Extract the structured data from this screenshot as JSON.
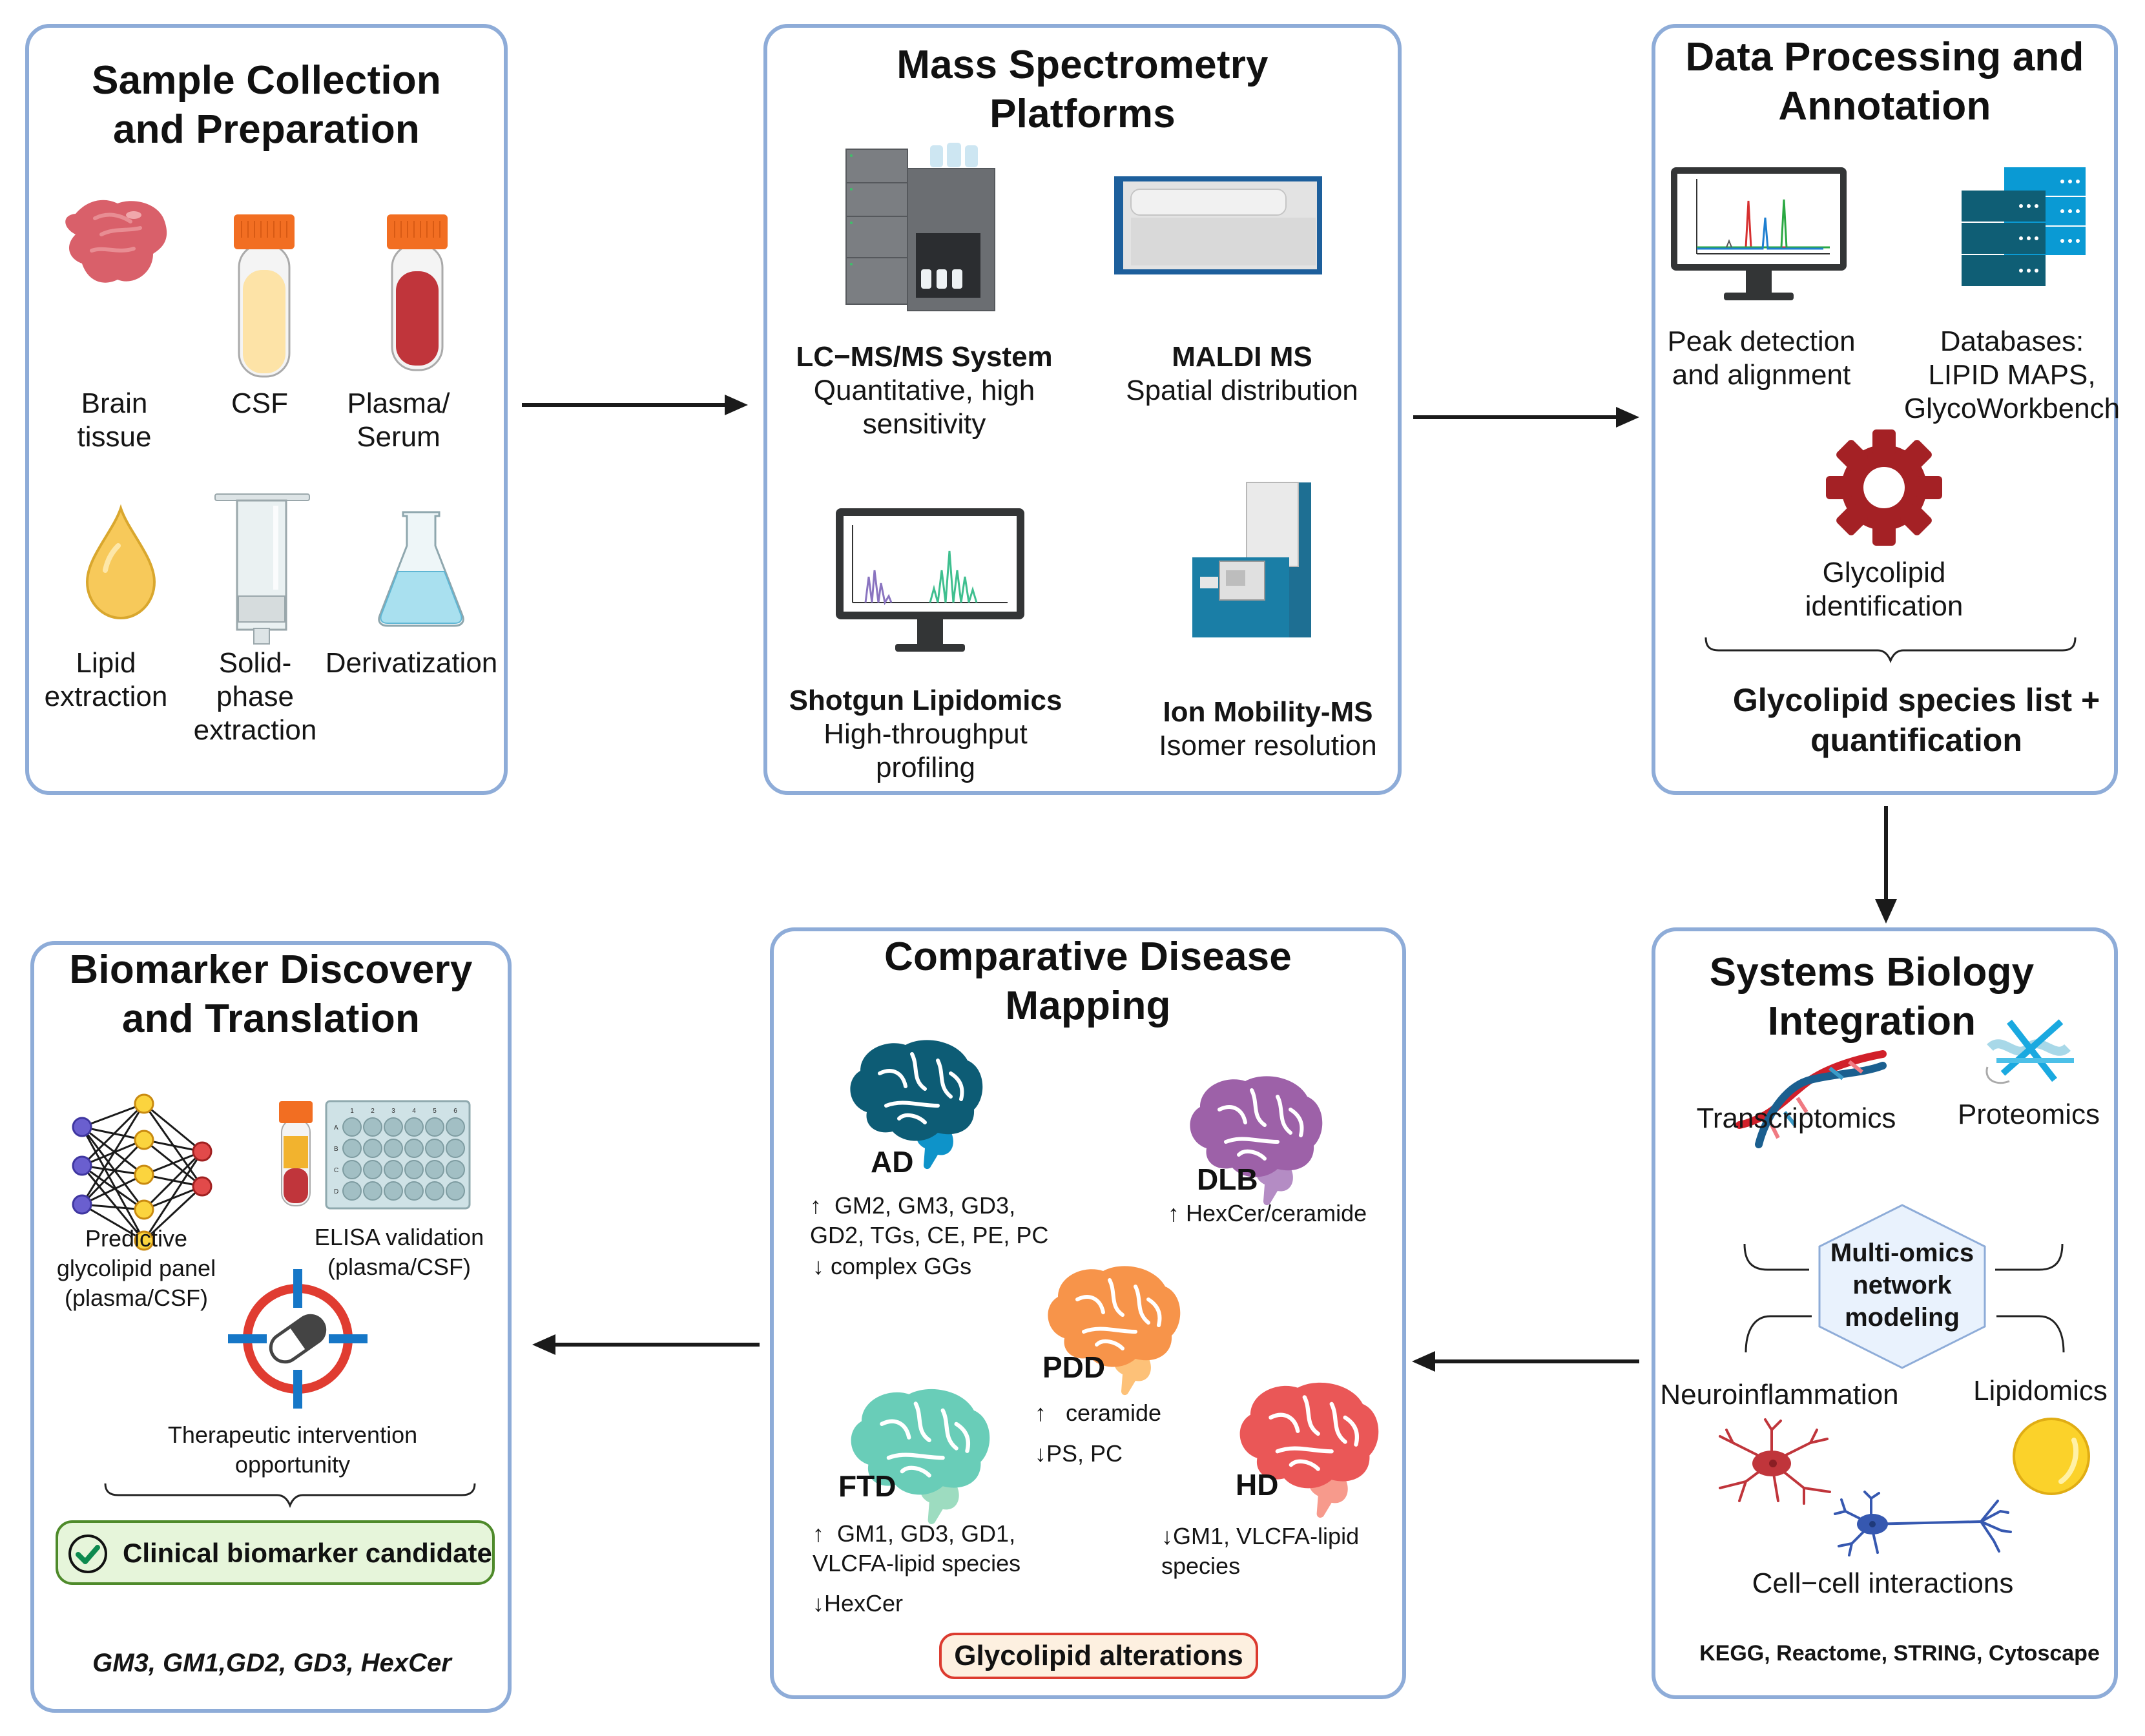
{
  "panels": {
    "sample": {
      "title_line1": "Sample Collection",
      "title_line2": "and Preparation",
      "items": [
        {
          "label_line1": "Brain",
          "label_line2": "tissue",
          "icon": "brain-tissue-icon"
        },
        {
          "label_line1": "CSF",
          "label_line2": "",
          "icon": "csf-tube-icon"
        },
        {
          "label_line1": "Plasma/",
          "label_line2": "Serum",
          "icon": "plasma-tube-icon"
        },
        {
          "label_line1": "Lipid",
          "label_line2": "extraction",
          "icon": "lipid-drop-icon"
        },
        {
          "label_line1": "Solid-",
          "label_line2": "phase",
          "label_line3": "extraction",
          "icon": "spe-cartridge-icon"
        },
        {
          "label_line1": "Derivatization",
          "label_line2": "",
          "icon": "flask-icon"
        }
      ]
    },
    "ms": {
      "title_line1": "Mass Spectrometry",
      "title_line2": "Platforms",
      "platforms": [
        {
          "name": "LC−MS/MS System",
          "desc_line1": "Quantitative, high",
          "desc_line2": "sensitivity",
          "icon": "lc-ms-instrument-icon"
        },
        {
          "name": "MALDI MS",
          "desc_line1": "Spatial distribution",
          "desc_line2": "",
          "icon": "maldi-instrument-icon"
        },
        {
          "name": "Shotgun Lipidomics",
          "desc_line1": "High-throughput",
          "desc_line2": "profiling",
          "icon": "spectrum-monitor-icon"
        },
        {
          "name": "Ion Mobility-MS",
          "desc_line1": "Isomer resolution",
          "desc_line2": "",
          "icon": "ion-mobility-instrument-icon"
        }
      ]
    },
    "data": {
      "title_line1": "Data Processing and",
      "title_line2": "Annotation",
      "items": [
        {
          "label_line1": "Peak detection",
          "label_line2": "and alignment",
          "icon": "chromatogram-monitor-icon"
        },
        {
          "label_line1": "Databases:",
          "label_line2": "LIPID MAPS,",
          "label_line3": "GlycoWorkbench",
          "icon": "database-servers-icon"
        },
        {
          "label_line1": "Glycolipid",
          "label_line2": "identification",
          "icon": "gear-icon"
        }
      ],
      "output_line1": "Glycolipid species list +",
      "output_line2": "quantification"
    },
    "systems": {
      "title_line1": "Systems Biology",
      "title_line2": "Integration",
      "items": [
        {
          "label": "Transcriptomics",
          "icon": "dna-helix-icon"
        },
        {
          "label": "Proteomics",
          "icon": "protein-structure-icon"
        },
        {
          "label": "Neuroinflammation",
          "icon": "microglia-cell-icon"
        },
        {
          "label": "Lipidomics",
          "icon": "lipid-droplet-icon"
        },
        {
          "label": "Cell−cell interactions",
          "icon": "neuron-icon"
        }
      ],
      "hub_line1": "Multi-omics",
      "hub_line2": "network",
      "hub_line3": "modeling",
      "tools": "KEGG, Reactome, STRING, Cytoscape"
    },
    "comparative": {
      "title_line1": "Comparative Disease",
      "title_line2": "Mapping",
      "diseases": [
        {
          "name": "AD",
          "color": "#0d5c75",
          "color_light": "#0e93c9",
          "up": "GM2, GM3, GD3,",
          "up2": "GD2, TGs, CE, PE, PC",
          "down": "complex GGs"
        },
        {
          "name": "DLB",
          "color": "#9d61a8",
          "color_light": "#b48cc4",
          "up": "HexCer/ceramide"
        },
        {
          "name": "PDD",
          "color": "#f7944a",
          "color_light": "#fdc178",
          "up": "ceramide",
          "down": "PS, PC"
        },
        {
          "name": "FTD",
          "color": "#69cdb8",
          "color_light": "#9ddcc0",
          "up": "GM1, GD3, GD1,",
          "up2": "VLCFA-lipid species",
          "down": "HexCer"
        },
        {
          "name": "HD",
          "color": "#ea5757",
          "color_light": "#f79a8c",
          "down": "GM1,  VLCFA-lipid",
          "down2": "species"
        }
      ],
      "up_arrow": "↑",
      "down_arrow": "↓",
      "summary": "Glycolipid alterations"
    },
    "biomarker": {
      "title_line1": "Biomarker Discovery",
      "title_line2": "and Translation",
      "items": [
        {
          "label_line1": "Predictive",
          "label_line2": "glycolipid panel",
          "label_line3": "(plasma/CSF)",
          "icon": "neural-network-icon"
        },
        {
          "label_line1": "ELISA validation",
          "label_line2": "(plasma/CSF)",
          "icon": "elisa-plate-icon"
        },
        {
          "label_line1": "Therapeutic intervention",
          "label_line2": "opportunity",
          "icon": "drug-target-icon"
        }
      ],
      "plate_columns": [
        "1",
        "2",
        "3",
        "4",
        "5",
        "6"
      ],
      "plate_rows": [
        "A",
        "B",
        "C",
        "D"
      ],
      "candidate": "Clinical biomarker candidate",
      "markers": "GM3, GM1,GD2, GD3, HexCer"
    }
  },
  "colors": {
    "panel_border": "#8eacd8",
    "arrow": "#1a1a1a",
    "gear": "#a42125",
    "candidate_bg": "#e6f5da",
    "candidate_border": "#4e8a2a",
    "check": "#0d8a4f",
    "alterations_bg": "#fdf0e0",
    "alterations_border": "#dc3b2f",
    "hub_fill": "#e9f2fd",
    "hub_border": "#8eacd8"
  }
}
